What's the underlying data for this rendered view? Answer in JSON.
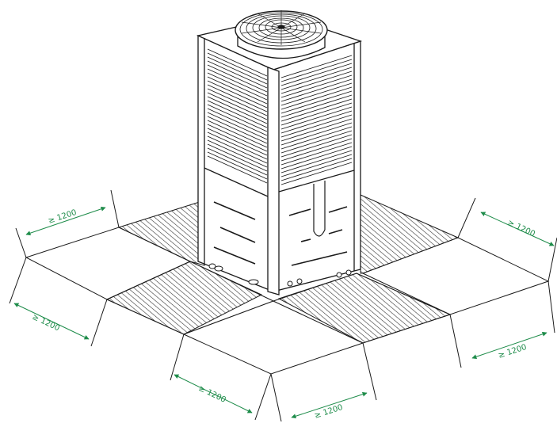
{
  "colors": {
    "line": "#1a1a1a",
    "dimension": "#1e8c4a",
    "hatch": "#333333",
    "background": "#ffffff"
  },
  "dimensions": {
    "top_left": "≥ 1200",
    "left": "≥ 1200",
    "bottom_left": "≥ 1200",
    "bottom_right": "≥ 1200",
    "right_lower": "≥ 1200",
    "right_upper": "≥ 1200"
  }
}
